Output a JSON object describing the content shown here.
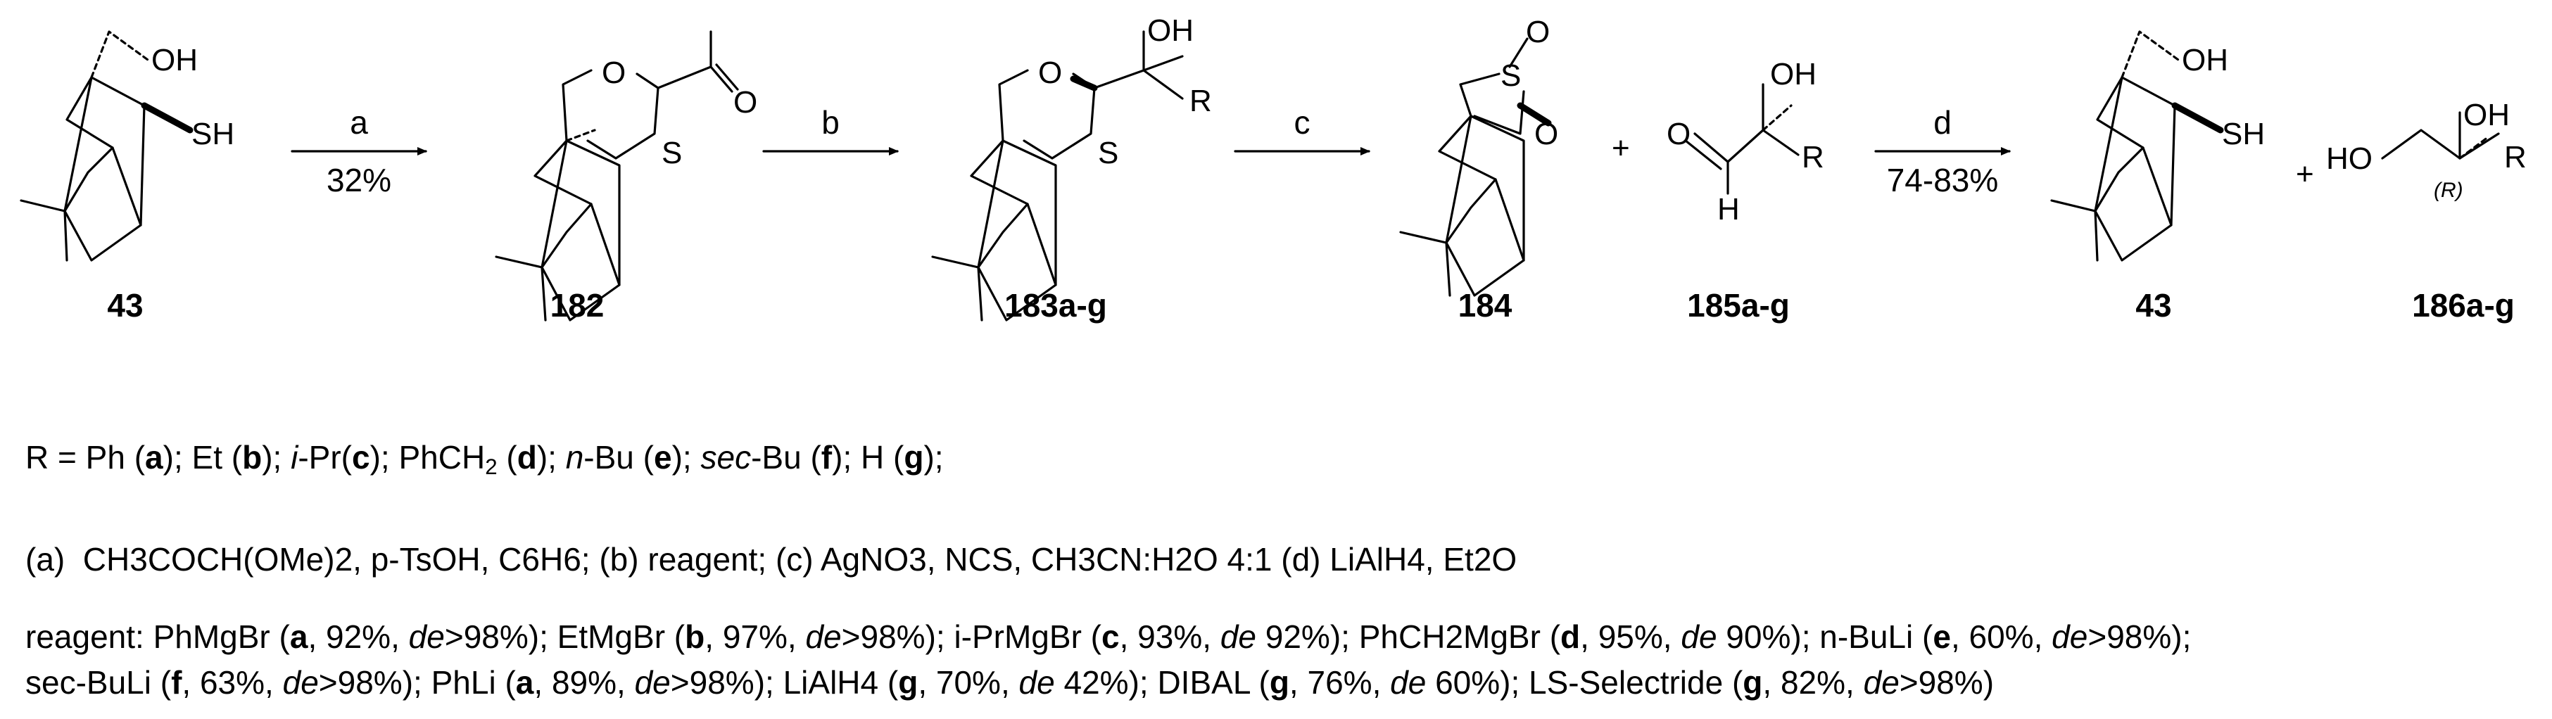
{
  "scheme": {
    "compounds": [
      "43",
      "182",
      "183a-g",
      "184",
      "185a-g",
      "43",
      "186a-g"
    ],
    "arrows": [
      {
        "above": "a",
        "below": "32%"
      },
      {
        "above": "b",
        "below": ""
      },
      {
        "above": "c",
        "below": ""
      },
      {
        "above": "d",
        "below": "74-83%"
      }
    ],
    "plus_sign": "+",
    "atoms": {
      "oh": "OH",
      "ho": "HO",
      "sh": "SH",
      "o": "O",
      "s": "S",
      "r": "R",
      "h": "H",
      "stereo_r": "(R)"
    }
  },
  "r_groups": [
    {
      "sym": "R",
      "eq": " = "
    },
    {
      "name": "Ph",
      "letter": "a",
      "sep": "; "
    },
    {
      "name": "Et",
      "letter": "b",
      "sep": "; "
    },
    {
      "prefix": "i",
      "name": "-Pr",
      "letter": "c",
      "sep": "; "
    },
    {
      "name": "PhCH",
      "sub": "2",
      "letter": "d",
      "sep": "; "
    },
    {
      "prefix": "n",
      "name": "-Bu",
      "letter": "e",
      "sep": "; "
    },
    {
      "prefix": "sec",
      "name": "-Bu",
      "letter": "f",
      "sep": "; "
    },
    {
      "name": "H",
      "letter": "g",
      "sep": ";"
    }
  ],
  "conditions": {
    "a_label": "(a)",
    "a": "CH3COCH(OMe)2, p-TsOH, C6H6",
    "b_label": "(b)",
    "b": "reagent",
    "c_label": "(c)",
    "c": "AgNO3, NCS, CH3CN:H2O 4:1",
    "d_label": "(d)",
    "d": "LiAlH4, Et2O"
  },
  "reagents_label": "reagent:",
  "reagents": [
    {
      "name": "PhMgBr",
      "letter": "a",
      "yield": "92%",
      "de": ">98%"
    },
    {
      "name": "EtMgBr",
      "letter": "b",
      "yield": "97%",
      "de": ">98%"
    },
    {
      "name": "i-PrMgBr",
      "letter": "c",
      "yield": "93%",
      "de": " 92%"
    },
    {
      "name": "PhCH2MgBr",
      "letter": "d",
      "yield": "95%",
      "de": " 90%"
    },
    {
      "name": "n-BuLi",
      "letter": "e",
      "yield": "60%",
      "de": ">98%"
    },
    {
      "name": "sec-BuLi",
      "letter": "f",
      "yield": "63%",
      "de": ">98%"
    },
    {
      "name": "PhLi",
      "letter": "a",
      "yield": "89%",
      "de": ">98%"
    },
    {
      "name": "LiAlH4",
      "letter": "g",
      "yield": "70%",
      "de": " 42%"
    },
    {
      "name": "DIBAL",
      "letter": "g",
      "yield": "76%",
      "de": " 60%"
    },
    {
      "name": "LS-Selectride",
      "letter": "g",
      "yield": "82%",
      "de": ">98%"
    }
  ],
  "colors": {
    "ink": "#000000",
    "background": "#ffffff"
  }
}
